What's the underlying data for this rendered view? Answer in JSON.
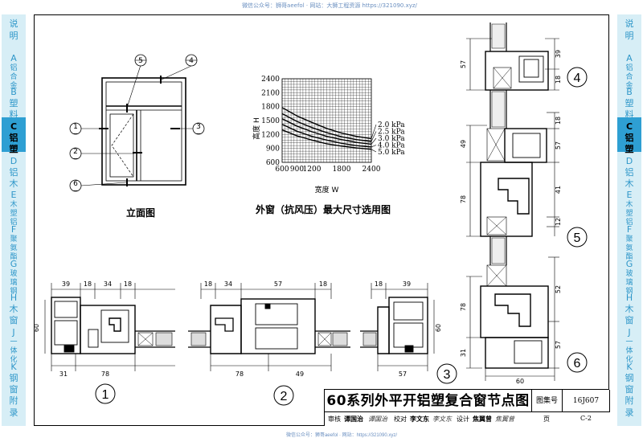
{
  "header_note": "微信公众号：狮哥aeefol · 网站：大狮工程资源 https://321090.xyz/",
  "footer_note": "微信公众号：狮哥aeefol · 网站：https://321090.xyz/",
  "sidebar": {
    "items": [
      {
        "text": "说明",
        "letter": ""
      },
      {
        "text": "铝合金",
        "letter": "A"
      },
      {
        "text": "塑料",
        "letter": "B"
      },
      {
        "text": "铝塑",
        "letter": "C",
        "active": true
      },
      {
        "text": "铝木",
        "letter": "D"
      },
      {
        "text": "木塑铝",
        "letter": "E"
      },
      {
        "text": "聚氨酯",
        "letter": "F"
      },
      {
        "text": "玻璃钢",
        "letter": "G"
      },
      {
        "text": "木窗",
        "letter": "H"
      },
      {
        "text": "一体化",
        "letter": "J"
      },
      {
        "text": "钢窗",
        "letter": "K"
      },
      {
        "text": "附录",
        "letter": ""
      }
    ]
  },
  "elevation": {
    "caption": "立面图",
    "markers": [
      {
        "label": "1",
        "sub": "—"
      },
      {
        "label": "2",
        "sub": "—"
      },
      {
        "label": "3",
        "sub": "—"
      },
      {
        "label": "4",
        "sub": "—"
      },
      {
        "label": "5",
        "sub": "—"
      },
      {
        "label": "6",
        "sub": "—"
      }
    ]
  },
  "chart_data": {
    "type": "line",
    "title": "外窗（抗风压）最大尺寸选用图",
    "xlabel": "宽度 W",
    "ylabel": "高度 H",
    "x_ticks": [
      600,
      900,
      1200,
      1800,
      2400
    ],
    "y_ticks": [
      600,
      900,
      1200,
      1500,
      1800,
      2100,
      2400
    ],
    "xlim": [
      600,
      2400
    ],
    "ylim": [
      600,
      2400
    ],
    "grid": true,
    "series": [
      {
        "name": "2.0 kPa",
        "x": [
          600,
          900,
          1200,
          1500,
          1800,
          2100,
          2400
        ],
        "y": [
          1780,
          1600,
          1460,
          1330,
          1230,
          1160,
          1110
        ]
      },
      {
        "name": "2.5 kPa",
        "x": [
          600,
          900,
          1200,
          1500,
          1800,
          2100,
          2400
        ],
        "y": [
          1650,
          1480,
          1350,
          1240,
          1150,
          1090,
          1050
        ]
      },
      {
        "name": "3.0 kPa",
        "x": [
          600,
          900,
          1200,
          1500,
          1800,
          2100,
          2400
        ],
        "y": [
          1540,
          1380,
          1260,
          1160,
          1090,
          1030,
          990
        ]
      },
      {
        "name": "4.0 kPa",
        "x": [
          600,
          900,
          1200,
          1500,
          1800,
          2100,
          2400
        ],
        "y": [
          1420,
          1270,
          1160,
          1080,
          1010,
          960,
          930
        ]
      },
      {
        "name": "5.0 kPa",
        "x": [
          600,
          900,
          1200,
          1500,
          1800,
          2100,
          2400
        ],
        "y": [
          1300,
          1170,
          1080,
          1000,
          950,
          910,
          880
        ]
      }
    ]
  },
  "nodes": {
    "n1": {
      "label": "1",
      "top_dims": [
        "39",
        "18",
        "34",
        "18"
      ],
      "bottom_dims": [
        "31",
        "78"
      ],
      "side_dim": "60"
    },
    "n2": {
      "label": "2",
      "top_dims": [
        "18",
        "34",
        "57",
        "18"
      ],
      "bottom_dims": [
        "78",
        "49"
      ]
    },
    "n3": {
      "label": "3",
      "top_dims": [
        "18",
        "39"
      ],
      "bottom_dims": [
        "57"
      ],
      "side_dim": "60"
    },
    "n4": {
      "label": "4",
      "dims": [
        "57",
        "39",
        "18"
      ]
    },
    "n5": {
      "label": "5",
      "dims": [
        "49",
        "18",
        "57",
        "78",
        "41",
        "12"
      ]
    },
    "n6": {
      "label": "6",
      "dims": [
        "78",
        "52",
        "31",
        "57"
      ],
      "bottom_dim": "60"
    }
  },
  "title_block": {
    "title": "60系列外平开铝塑复合窗节点图",
    "atlas_label": "图集号",
    "atlas_no": "16J607",
    "page_label": "页",
    "page_no": "C-2",
    "sign_row": [
      {
        "role": "审核",
        "name": "谭国治",
        "sig": "谭国治"
      },
      {
        "role": "校对",
        "name": "李文东",
        "sig": "李文东"
      },
      {
        "role": "设计",
        "name": "焦翼曾",
        "sig": "焦翼曾"
      }
    ]
  }
}
